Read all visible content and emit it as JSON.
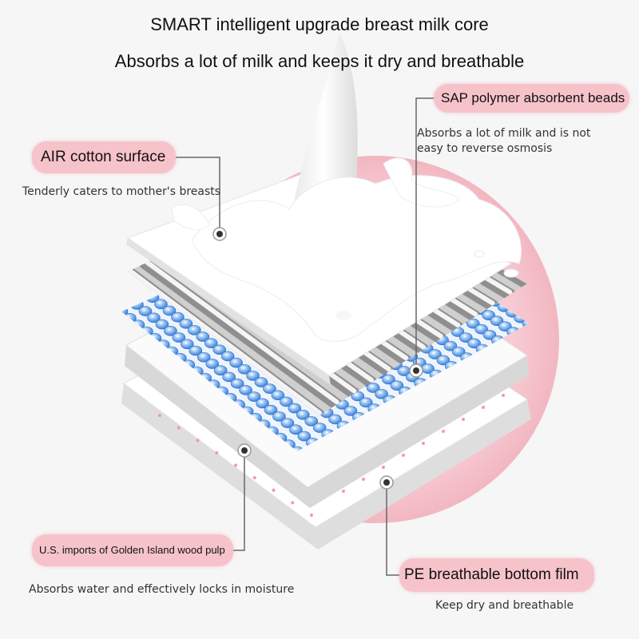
{
  "headline": {
    "line1": "SMART intelligent upgrade breast milk core",
    "line2": "Absorbs a lot of milk and keeps it dry and breathable"
  },
  "callouts": [
    {
      "label": "SAP polymer absorbent beads",
      "description_lines": [
        "Absorbs a lot of milk and is not",
        "easy to reverse osmosis"
      ]
    },
    {
      "label": "AIR cotton surface",
      "description_lines": [
        "Tenderly caters to mother's breasts"
      ]
    },
    {
      "label": "U.S. imports of Golden Island wood pulp",
      "description_lines": [
        "Absorbs water and effectively locks in moisture"
      ]
    },
    {
      "label": "PE breathable bottom film",
      "description_lines": [
        "Keep dry and breathable"
      ]
    }
  ],
  "colors": {
    "callout_fill": "#f7c3cb",
    "pink_disc": "#f5c5cd",
    "beads": "#4a90e6",
    "leader_line": "#666666"
  },
  "icons": [
    "leader-dot-icon"
  ]
}
